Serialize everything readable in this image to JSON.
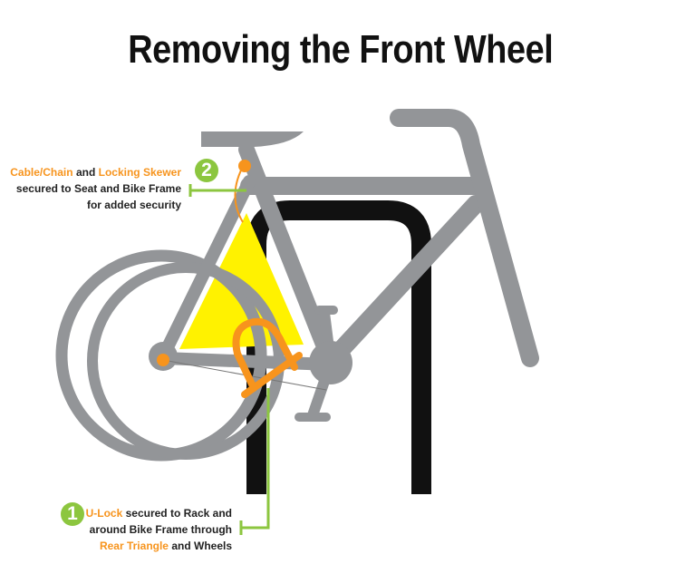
{
  "title": "Removing the Front Wheel",
  "callout2": {
    "number": "2",
    "highlight1": "Cable/Chain",
    "text1": " and ",
    "highlight2": "Locking Skewer",
    "line2": "secured to Seat and Bike Frame",
    "line3": "for added security"
  },
  "callout1": {
    "number": "1",
    "highlight1": "U-Lock",
    "text1": " secured to Rack and",
    "line2": "around Bike Frame through",
    "highlight2": "Rear Triangle",
    "text3": " and Wheels"
  },
  "colors": {
    "frame": "#939598",
    "accent": "#f7941d",
    "green": "#8cc63f",
    "rack": "#111111",
    "triangle": "#fff200"
  }
}
